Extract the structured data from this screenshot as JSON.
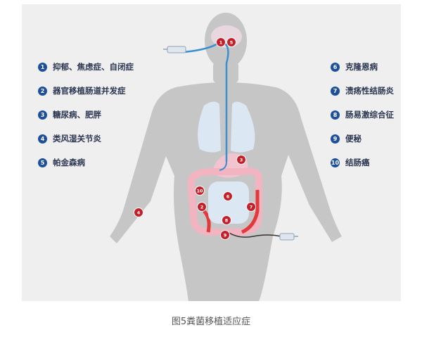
{
  "left_list": [
    {
      "num": "1",
      "text": "抑郁、焦虑症、自闭症"
    },
    {
      "num": "2",
      "text": "器官移植肠道并发症"
    },
    {
      "num": "3",
      "text": "糖尿病、肥胖"
    },
    {
      "num": "4",
      "text": "类风湿关节炎"
    },
    {
      "num": "5",
      "text": "帕金森病"
    }
  ],
  "right_list": [
    {
      "num": "6",
      "text": "克隆恩病"
    },
    {
      "num": "7",
      "text": "溃疡性结肠炎"
    },
    {
      "num": "8",
      "text": "肠易激综合征"
    },
    {
      "num": "9",
      "text": "便秘"
    },
    {
      "num": "10",
      "text": "结肠癌"
    }
  ],
  "body_markers": [
    "1",
    "5",
    "3",
    "10",
    "6",
    "2",
    "7",
    "8",
    "9",
    "4"
  ],
  "caption": "图5粪菌移植适应症",
  "colors": {
    "badge": "#1e4f9b",
    "marker": "#c4202a",
    "body": "#c6c6c6",
    "organ": "#dbe7f2",
    "tube": "#3a8fd0"
  }
}
